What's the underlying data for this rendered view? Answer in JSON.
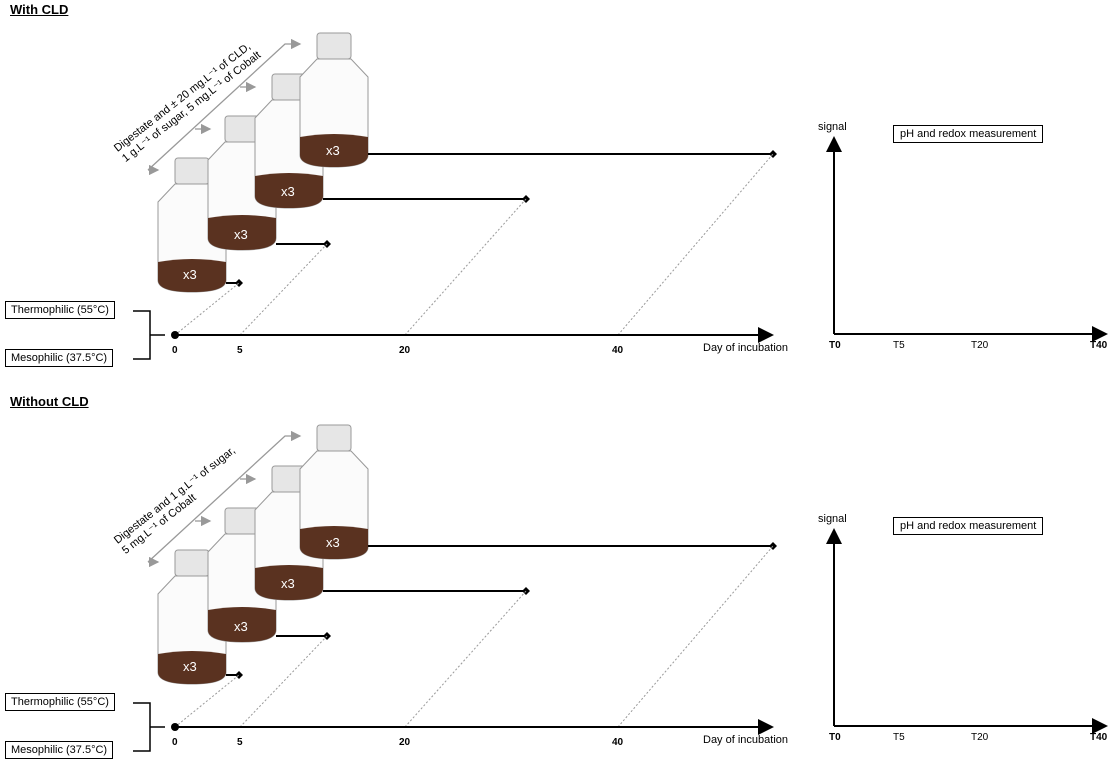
{
  "panels": [
    {
      "title": "With CLD",
      "temp_top": "Thermophilic (55°C)",
      "temp_bottom": "Mesophilic (37.5°C)",
      "x_ticks": [
        "0",
        "5",
        "20",
        "40"
      ],
      "x_label": "Day of incubation",
      "diag_line1": "Digestate and ± 20 mg.L⁻¹ of CLD,",
      "diag_line2": "1 g.L⁻¹ of sugar, 5 mg.L⁻¹ of Cobalt",
      "bottle_counts": [
        "x3",
        "x3",
        "x3",
        "x3"
      ],
      "signal_label": "signal",
      "measurement_box": "pH and redox measurement",
      "t_ticks": [
        "T0",
        "T5",
        "T20",
        "T40"
      ]
    },
    {
      "title": "Without CLD",
      "temp_top": "Thermophilic (55°C)",
      "temp_bottom": "Mesophilic (37.5°C)",
      "x_ticks": [
        "0",
        "5",
        "20",
        "40"
      ],
      "x_label": "Day of incubation",
      "diag_line1": "Digestate and 1 g.L⁻¹ of sugar,",
      "diag_line2": "5 mg.L⁻¹ of Cobalt",
      "bottle_counts": [
        "x3",
        "x3",
        "x3",
        "x3"
      ],
      "signal_label": "signal",
      "measurement_box": "pH and redox measurement",
      "t_ticks": [
        "T0",
        "T5",
        "T20",
        "T40"
      ]
    }
  ],
  "colors": {
    "digestate": "#5a3220",
    "bottle_outline": "#9a9a9a",
    "cap": "#e6e6e6",
    "dotted": "#9a9a9a"
  }
}
